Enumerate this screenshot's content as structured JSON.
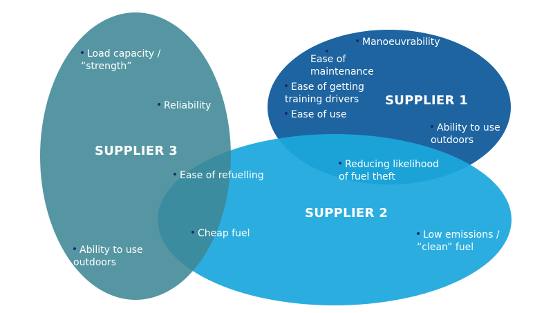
{
  "colors": {
    "supplier1": "#1e64a0",
    "supplier2": "#1ba8dd",
    "supplier3": "#3f8796",
    "dot": "#1a2a6c",
    "text": "#ffffff"
  },
  "headings": {
    "supplier1": "SUPPLIER 1",
    "supplier2": "SUPPLIER 2",
    "supplier3": "SUPPLIER 3"
  },
  "labels": {
    "load_capacity": "Load capacity /\n“strength”",
    "reliability": "Reliability",
    "ease_refuelling": "Ease of refuelling",
    "cheap_fuel": "Cheap fuel",
    "outdoors_s3": "Ability to use\noutdoors",
    "manoeuvrability": "Manoeuvrability",
    "ease_maintenance": "Ease of\nmaintenance",
    "ease_training": "Ease of getting\ntraining drivers",
    "ease_use": "Ease of use",
    "outdoors_s1": "Ability to use\noutdoors",
    "fuel_theft": "Reducing likelihood\nof fuel theft",
    "low_emissions": "Low emissions /\n“clean” fuel"
  }
}
